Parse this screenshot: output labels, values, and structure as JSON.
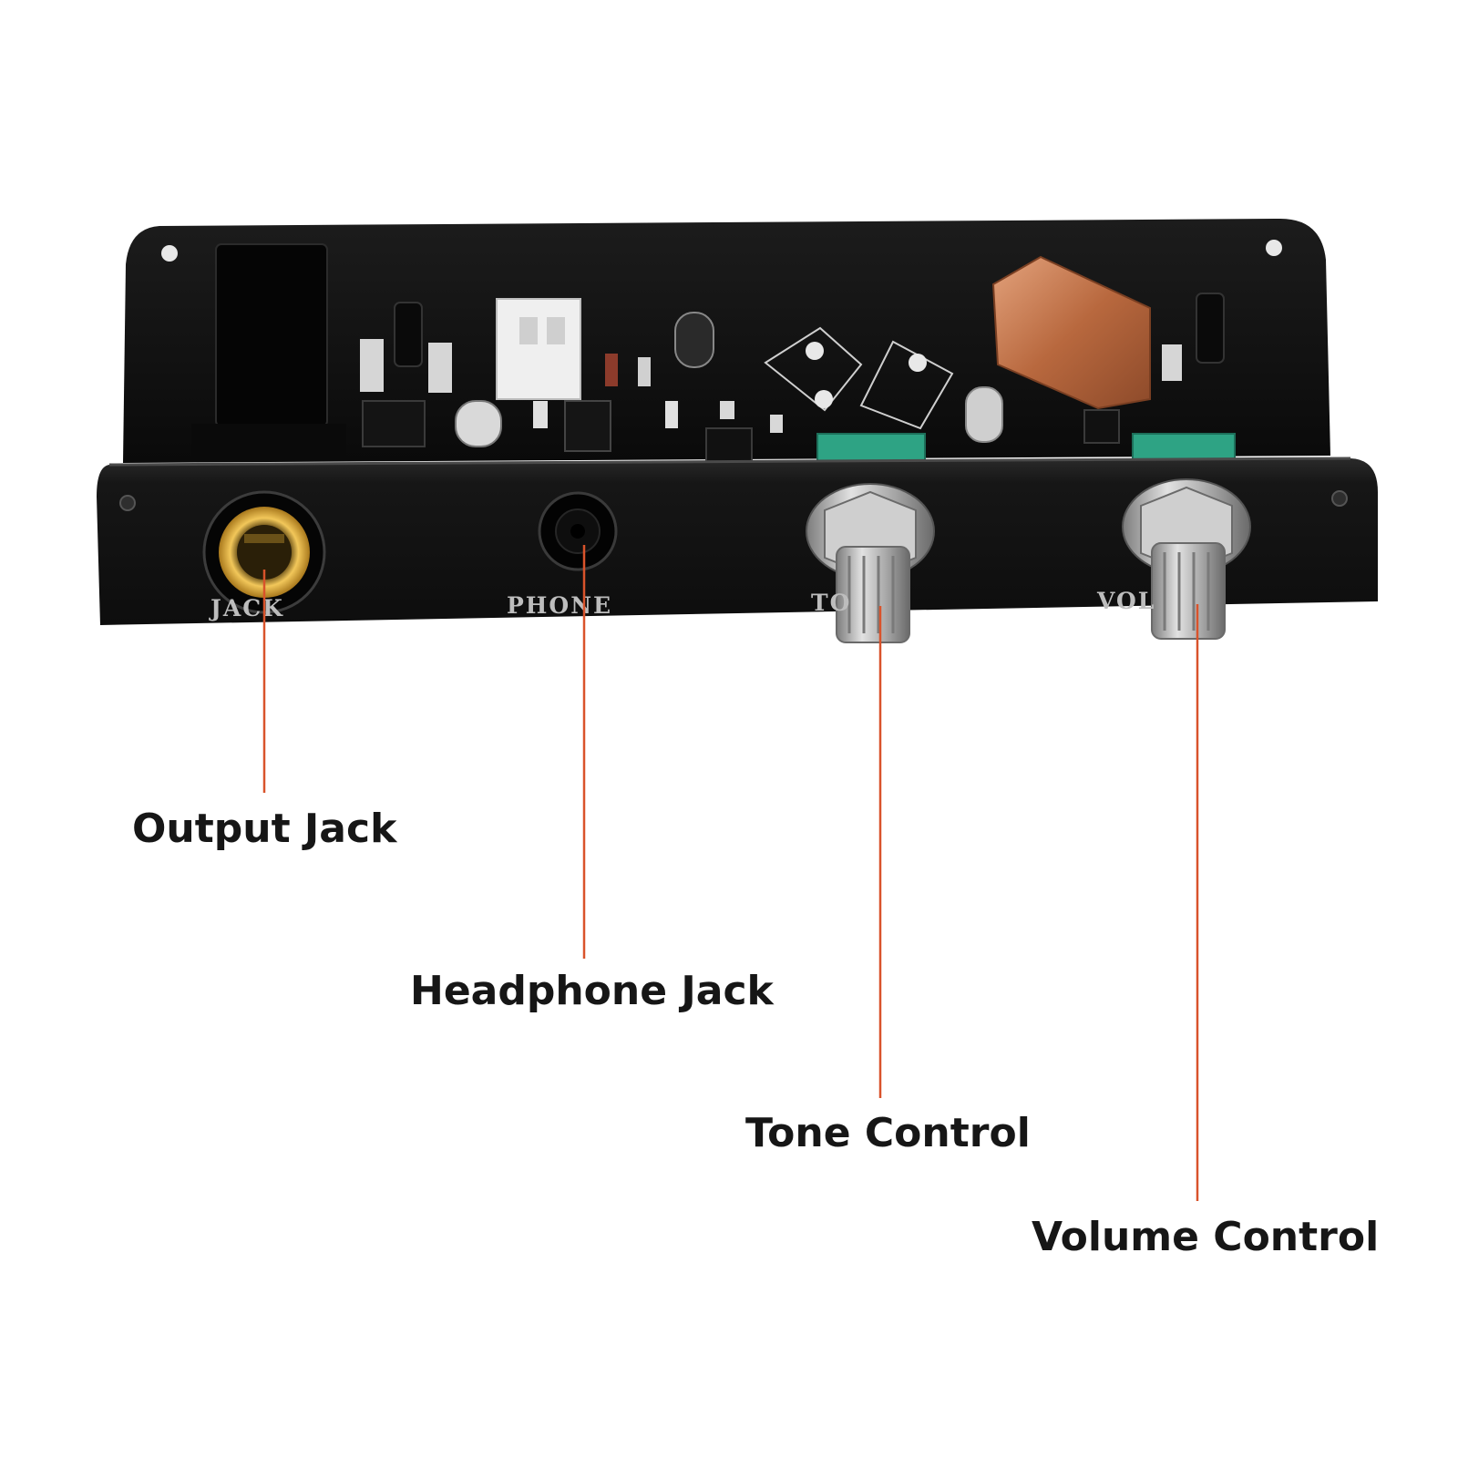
{
  "panel_labels": {
    "jack": "JACK",
    "phone": "PHONE",
    "tone": "TO",
    "volume": "VOL"
  },
  "callouts": [
    {
      "id": "output",
      "label": "Output Jack"
    },
    {
      "id": "headphone",
      "label": "Headphone Jack"
    },
    {
      "id": "tone",
      "label": "Tone Control"
    },
    {
      "id": "volume",
      "label": "Volume Control"
    }
  ],
  "colors": {
    "leader_line": "#d9532b",
    "panel": "#151515",
    "pcb": "#0c0c0c",
    "jack_gold": "#d8a93a",
    "copper": "#c0784f",
    "pot_green": "#2ea384",
    "metal": "#b9b9b9"
  }
}
